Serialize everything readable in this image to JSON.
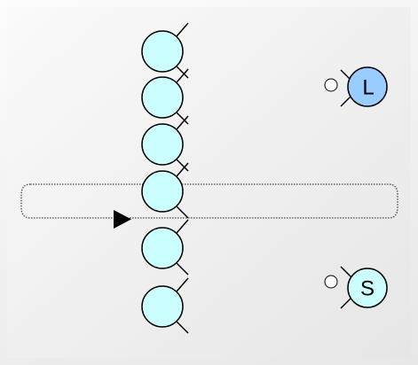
{
  "diagram": {
    "colors": {
      "background": "#eeeeee",
      "unit_fill": "#ccffff",
      "l_fill": "#99ccff",
      "s_fill": "#ccffff",
      "stroke": "#000000",
      "tray_stroke": "#444444"
    },
    "legend": {
      "l_label": "L",
      "s_label": "S"
    },
    "chain": {
      "unit_count": 6,
      "highlighted_index": 3
    },
    "icons": {
      "arrow": "play-arrow-icon",
      "small_circle": "open-circle-icon"
    }
  }
}
